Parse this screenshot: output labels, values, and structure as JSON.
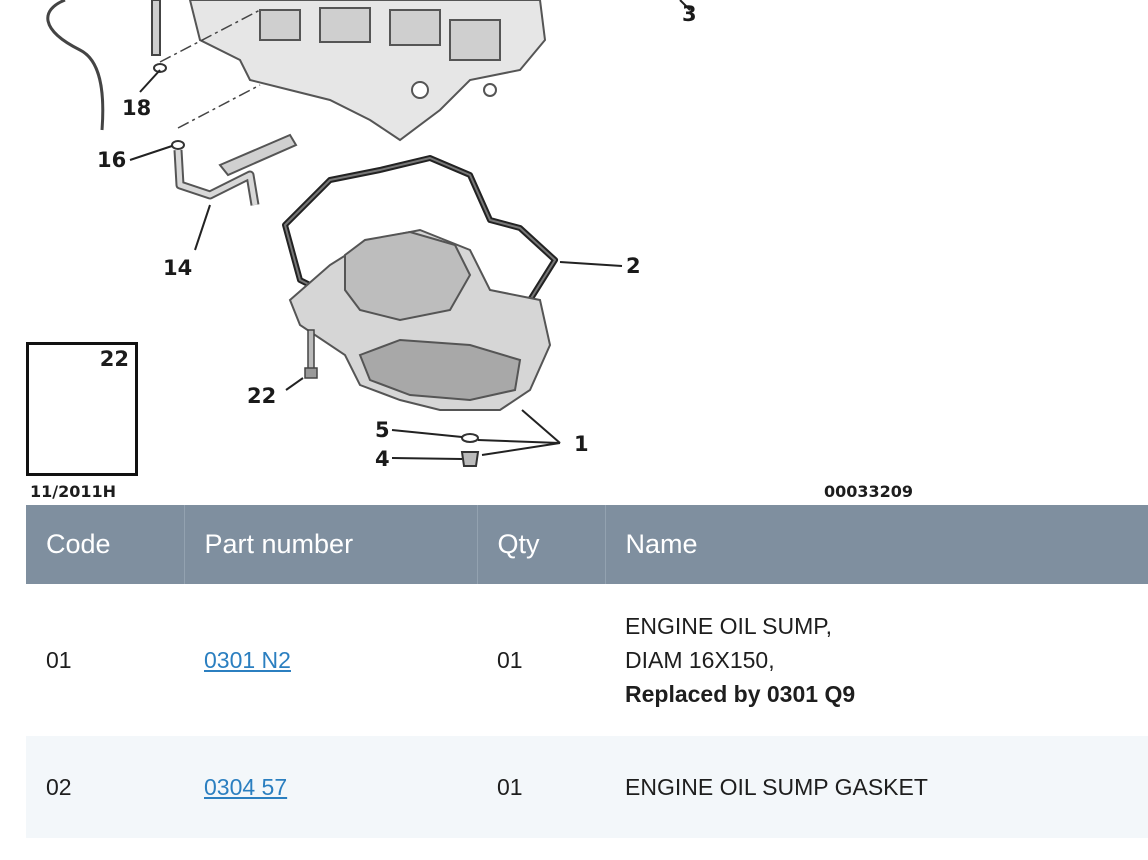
{
  "diagram": {
    "callouts": {
      "c1": "1",
      "c2": "2",
      "c3": "3",
      "c4": "4",
      "c5": "5",
      "c14": "14",
      "c16": "16",
      "c18": "18",
      "c22": "22"
    },
    "inset_number": "22",
    "date_code": "11/2011H",
    "reference_number": "00033209"
  },
  "table": {
    "headers": {
      "code": "Code",
      "part_number": "Part number",
      "qty": "Qty",
      "name": "Name"
    },
    "rows": [
      {
        "code": "01",
        "part_number": "0301 N2",
        "qty": "01",
        "name_lines": [
          "ENGINE OIL SUMP,",
          "DIAM 16X150,"
        ],
        "replaced_by": "Replaced by 0301 Q9"
      },
      {
        "code": "02",
        "part_number": "0304 57",
        "qty": "01",
        "name_lines": [
          "ENGINE OIL SUMP GASKET"
        ]
      }
    ]
  },
  "colors": {
    "header_bg": "#7f8f9f",
    "link": "#2b7fc0",
    "alt_row": "#f3f7fa"
  }
}
